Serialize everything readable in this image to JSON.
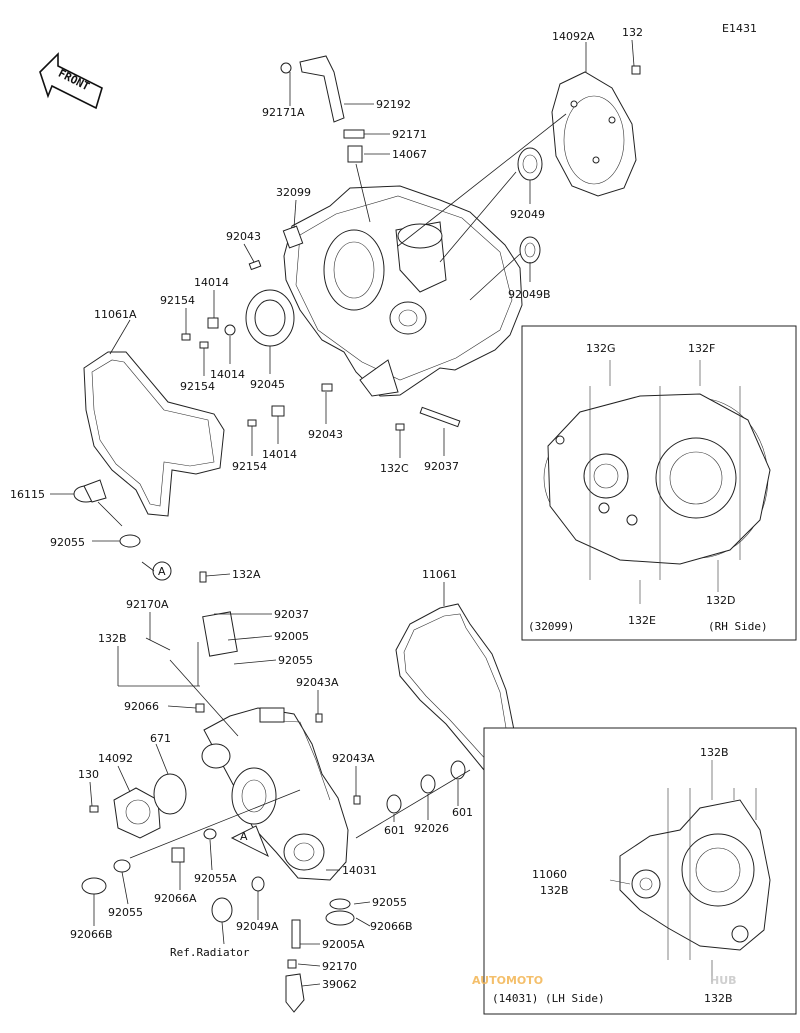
{
  "diagram_id": "E1431",
  "front_label": "FRONT",
  "callouts": [
    {
      "id": "c-132-top",
      "text": "132"
    },
    {
      "id": "c-14092A",
      "text": "14092A"
    },
    {
      "id": "c-92171A",
      "text": "92171A"
    },
    {
      "id": "c-92192",
      "text": "92192"
    },
    {
      "id": "c-92171",
      "text": "92171"
    },
    {
      "id": "c-14067",
      "text": "14067"
    },
    {
      "id": "c-32099",
      "text": "32099"
    },
    {
      "id": "c-92049",
      "text": "92049"
    },
    {
      "id": "c-92043-a",
      "text": "92043"
    },
    {
      "id": "c-92049B",
      "text": "92049B"
    },
    {
      "id": "c-14014-a",
      "text": "14014"
    },
    {
      "id": "c-92154-a",
      "text": "92154"
    },
    {
      "id": "c-11061A",
      "text": "11061A"
    },
    {
      "id": "c-14014-b",
      "text": "14014"
    },
    {
      "id": "c-92154-b",
      "text": "92154"
    },
    {
      "id": "c-92045",
      "text": "92045"
    },
    {
      "id": "c-92043-b",
      "text": "92043"
    },
    {
      "id": "c-14014-c",
      "text": "14014"
    },
    {
      "id": "c-92154-c",
      "text": "92154"
    },
    {
      "id": "c-132C",
      "text": "132C"
    },
    {
      "id": "c-92037-a",
      "text": "92037"
    },
    {
      "id": "c-16115",
      "text": "16115"
    },
    {
      "id": "c-92055-a",
      "text": "92055"
    },
    {
      "id": "c-132A",
      "text": "132A"
    },
    {
      "id": "c-11061",
      "text": "11061"
    },
    {
      "id": "c-92170A",
      "text": "92170A"
    },
    {
      "id": "c-92037-b",
      "text": "92037"
    },
    {
      "id": "c-132B-a",
      "text": "132B"
    },
    {
      "id": "c-92005",
      "text": "92005"
    },
    {
      "id": "c-92055-b",
      "text": "92055"
    },
    {
      "id": "c-92043A-a",
      "text": "92043A"
    },
    {
      "id": "c-92066",
      "text": "92066"
    },
    {
      "id": "c-671",
      "text": "671"
    },
    {
      "id": "c-14092",
      "text": "14092"
    },
    {
      "id": "c-92043A-b",
      "text": "92043A"
    },
    {
      "id": "c-130",
      "text": "130"
    },
    {
      "id": "c-601-a",
      "text": "601"
    },
    {
      "id": "c-601-b",
      "text": "601"
    },
    {
      "id": "c-92026",
      "text": "92026"
    },
    {
      "id": "c-14031",
      "text": "14031"
    },
    {
      "id": "c-92055A",
      "text": "92055A"
    },
    {
      "id": "c-92066A",
      "text": "92066A"
    },
    {
      "id": "c-92055-c",
      "text": "92055"
    },
    {
      "id": "c-92055-d",
      "text": "92055"
    },
    {
      "id": "c-92049A",
      "text": "92049A"
    },
    {
      "id": "c-92066B-a",
      "text": "92066B"
    },
    {
      "id": "c-92066B-b",
      "text": "92066B"
    },
    {
      "id": "c-92005A",
      "text": "92005A"
    },
    {
      "id": "c-ref-radiator",
      "text": "Ref.Radiator"
    },
    {
      "id": "c-92170",
      "text": "92170"
    },
    {
      "id": "c-39062",
      "text": "39062"
    }
  ],
  "reference_marks": [
    "A",
    "A"
  ],
  "inset_rh": {
    "labels": [
      "132G",
      "132F",
      "132E",
      "132D"
    ],
    "caption_left": "(32099)",
    "caption_right": "(RH Side)"
  },
  "inset_lh": {
    "labels": [
      "132B",
      "11060",
      "132B",
      "132B"
    ],
    "caption": "(14031)  (LH Side)"
  },
  "watermark": {
    "text_a": "AUTOMOTO",
    "text_b": "HUB",
    "color_a": "#f3b552",
    "color_b": "#c7c7c7",
    "logo_color": "#ef4b4b"
  }
}
